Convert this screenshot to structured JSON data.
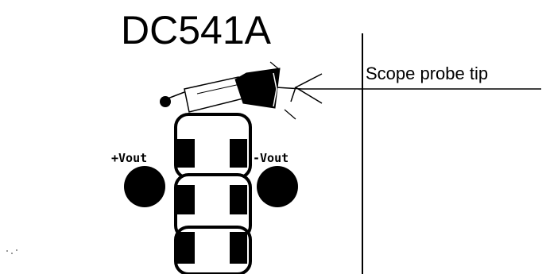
{
  "board": {
    "title": "DC541A",
    "labels": {
      "pos_out": "+Vout",
      "neg_out": "-Vout"
    }
  },
  "callout": {
    "text": "Scope probe tip"
  },
  "colors": {
    "ink": "#000000",
    "paper": "#ffffff"
  }
}
